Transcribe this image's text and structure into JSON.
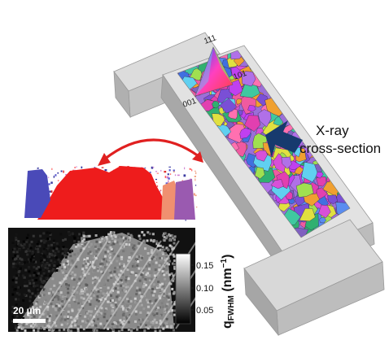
{
  "figure": {
    "ipf_key": {
      "label_111": "111",
      "label_101": "101",
      "label_001": "001"
    },
    "xray_annotation": {
      "line1": "X-ray",
      "line2": "cross-section"
    },
    "map": {
      "scalebar_label": "20 µm",
      "colorbar_ticks": [
        "0.15",
        "0.10",
        "0.05"
      ],
      "colorbar_title_main": "q",
      "colorbar_title_sub": "FWHM",
      "colorbar_title_unit": " (nm",
      "colorbar_title_exp": "−1",
      "colorbar_title_close": ")"
    }
  }
}
